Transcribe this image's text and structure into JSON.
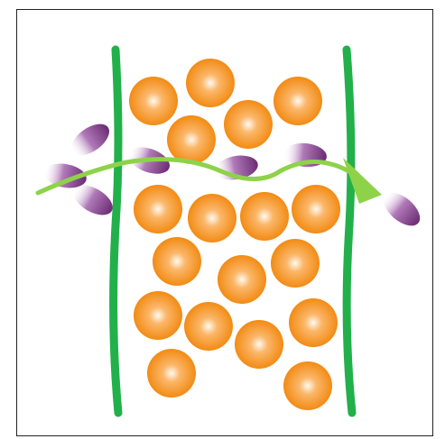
{
  "diagram": {
    "colors": {
      "wall": "#22b04a",
      "particle_outer": "#f7901e",
      "particle_inner": "#fff4e6",
      "molecule": "#6b2a73",
      "molecule_light": "#ffffff",
      "arrow": "#8ed24a"
    },
    "elements": {
      "left_wall": "membrane-wall",
      "right_wall": "membrane-wall",
      "particles": "sphere-particle",
      "molecules": "purple-molecule",
      "path": "curved-arrow"
    }
  }
}
